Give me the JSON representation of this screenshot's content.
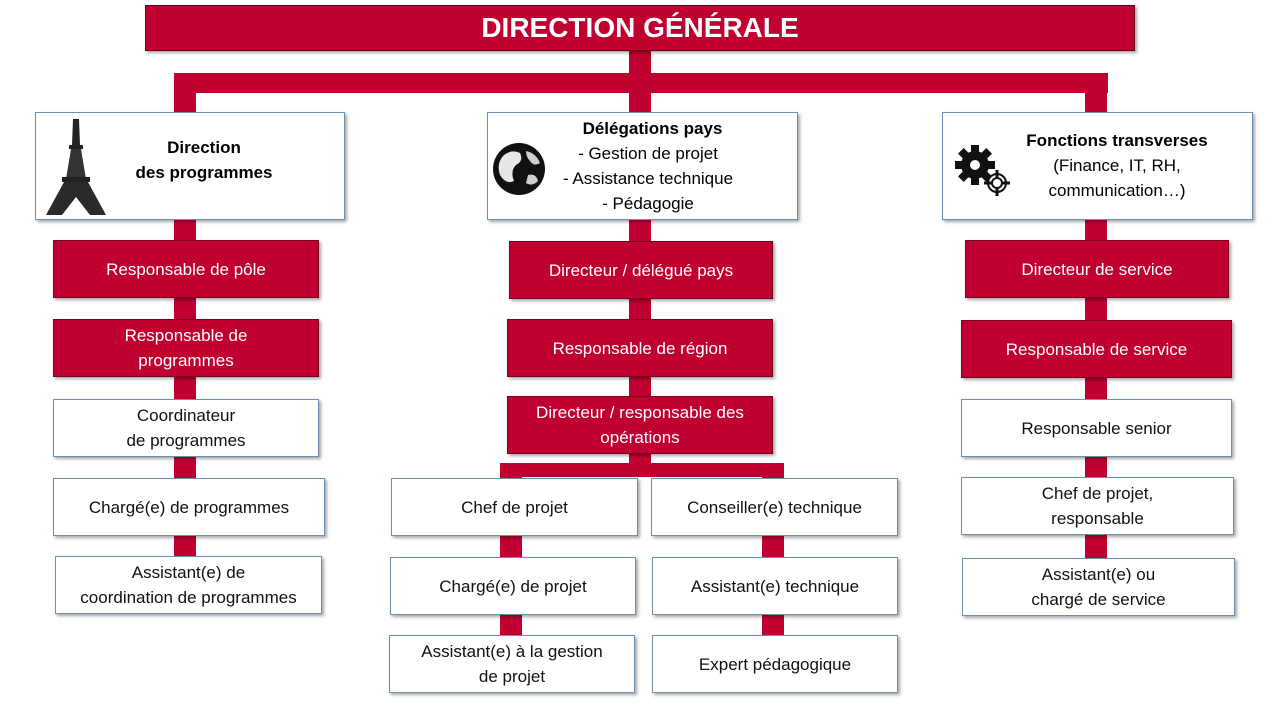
{
  "header": "DIRECTION GÉNÉRALE",
  "colors": {
    "accent": "#c00030",
    "border": "#6c8fb0"
  },
  "left": {
    "title": "Direction\ndes programmes",
    "icon": "eiffel-tower-icon",
    "roles": [
      "Responsable de pôle",
      "Responsable de\nprogrammes",
      "Coordinateur\nde programmes",
      "Chargé(e) de programmes",
      "Assistant(e) de\ncoordination de programmes"
    ]
  },
  "center": {
    "title": "Délégations pays",
    "lines": "- Gestion de projet\n- Assistance technique\n- Pédagogie",
    "icon": "globe-icon",
    "roles": [
      "Directeur / délégué pays",
      "Responsable de région",
      "Directeur / responsable des\nopérations"
    ],
    "branch_left": [
      "Chef de projet",
      "Chargé(e) de projet",
      "Assistant(e) à la gestion\nde projet"
    ],
    "branch_right": [
      "Conseiller(e) technique",
      "Assistant(e) technique",
      "Expert pédagogique"
    ]
  },
  "right": {
    "title": "Fonctions transverses",
    "lines": "(Finance, IT, RH,\ncommunication…)",
    "icon": "gears-icon",
    "roles": [
      "Directeur de service",
      "Responsable de service",
      "Responsable senior",
      "Chef de projet,\nresponsable",
      "Assistant(e) ou\nchargé de service"
    ]
  }
}
